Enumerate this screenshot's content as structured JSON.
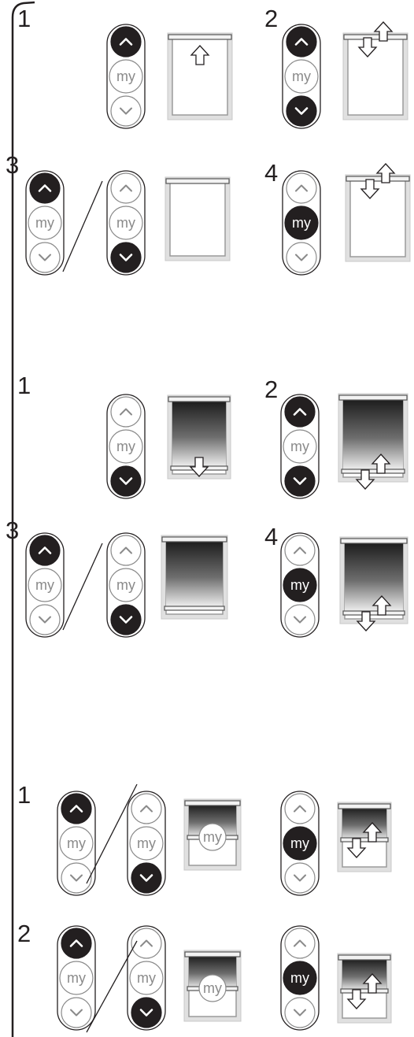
{
  "remote": {
    "up_icon": "chevron-up-icon",
    "my_label": "my",
    "down_icon": "chevron-down-icon"
  },
  "colors": {
    "ink": "#231f20",
    "inactive": "#8a8a8a",
    "frame": "#e0e0e0"
  },
  "sections": [
    {
      "name": "roller-blind",
      "steps": [
        {
          "label": "1",
          "remotes": [
            {
              "pressed": "up"
            }
          ],
          "blind": {
            "state": "open",
            "fabric": "white",
            "arrows": "up"
          }
        },
        {
          "label": "2",
          "remotes": [
            {
              "pressed": "up-down"
            }
          ],
          "blind": {
            "state": "open",
            "fabric": "white",
            "arrows": "both"
          }
        },
        {
          "label": "3",
          "remotes": [
            {
              "pressed": "up"
            },
            {
              "pressed": "down"
            }
          ],
          "separator": "slash",
          "blind": {
            "state": "open",
            "fabric": "white",
            "arrows": "none"
          }
        },
        {
          "label": "4",
          "remotes": [
            {
              "pressed": "my"
            }
          ],
          "blind": {
            "state": "open",
            "fabric": "white",
            "arrows": "both"
          }
        }
      ]
    },
    {
      "name": "dark-blind",
      "steps": [
        {
          "label": "1",
          "remotes": [
            {
              "pressed": "down"
            }
          ],
          "blind": {
            "state": "closed",
            "fabric": "dark",
            "arrows": "down"
          }
        },
        {
          "label": "2",
          "remotes": [
            {
              "pressed": "up-down"
            }
          ],
          "blind": {
            "state": "closed",
            "fabric": "dark",
            "arrows": "both"
          }
        },
        {
          "label": "3",
          "remotes": [
            {
              "pressed": "up"
            },
            {
              "pressed": "down"
            }
          ],
          "separator": "slash",
          "blind": {
            "state": "closed",
            "fabric": "dark",
            "arrows": "none"
          }
        },
        {
          "label": "4",
          "remotes": [
            {
              "pressed": "my"
            }
          ],
          "blind": {
            "state": "closed",
            "fabric": "dark",
            "arrows": "both"
          }
        }
      ]
    },
    {
      "name": "my-position",
      "steps": [
        {
          "label": "1",
          "remotes": [
            {
              "pressed": "up"
            },
            {
              "pressed": "down"
            }
          ],
          "separator": "slash",
          "blind": {
            "state": "half",
            "fabric": "dark",
            "badge": "my"
          },
          "result_remote": {
            "pressed": "my"
          },
          "result_blind": {
            "state": "half",
            "fabric": "dark",
            "arrows": "both"
          }
        },
        {
          "label": "2",
          "remotes": [
            {
              "pressed": "up"
            },
            {
              "pressed": "down"
            }
          ],
          "separator": "slash",
          "blind": {
            "state": "half",
            "fabric": "dark",
            "badge": "my"
          },
          "result_remote": {
            "pressed": "my"
          },
          "result_blind": {
            "state": "half",
            "fabric": "dark",
            "arrows": "both"
          }
        }
      ]
    }
  ]
}
